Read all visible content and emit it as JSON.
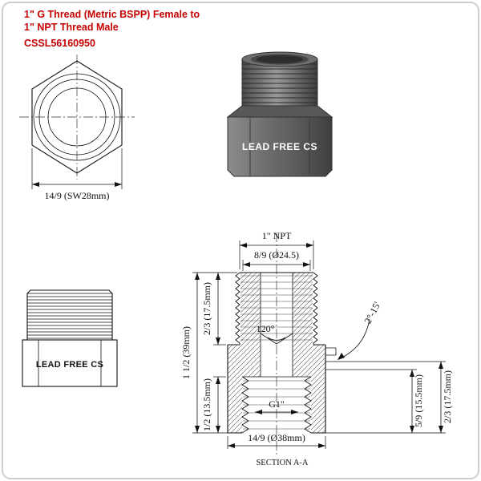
{
  "title": {
    "line1": "1\" G Thread (Metric BSPP) Female to",
    "line2": "1\" NPT Thread Male",
    "part_number": "CSSL56160950",
    "color": "#c40000"
  },
  "front_view": {
    "dim_width": "14/9 (SW28mm)"
  },
  "photo_view": {
    "label": "LEAD FREE CS"
  },
  "side_view": {
    "label": "LEAD FREE CS"
  },
  "section": {
    "dim_top_thread": "1\" NPT",
    "dim_top_diameter": "8/9 (Ø24.5)",
    "dim_left_top": "2/3 (17.5mm)",
    "dim_left_overall": "1 1/2 (39mm)",
    "dim_left_bottom": "1/2 (13.5mm)",
    "angle_chamfer": "120°",
    "angle_taper": "2°-15'",
    "dim_bottom_thread": "G1\"",
    "dim_bottom_diameter": "14/9 (Ø38mm)",
    "dim_right_inner": "5/9 (15.5mm)",
    "dim_right_outer": "2/3 (17.5mm)",
    "caption": "SECTION A-A"
  },
  "colors": {
    "line": "#111111",
    "accent_red": "#c40000",
    "metal_dark": "#3f3f3f",
    "metal_light": "#9a9a9a"
  }
}
